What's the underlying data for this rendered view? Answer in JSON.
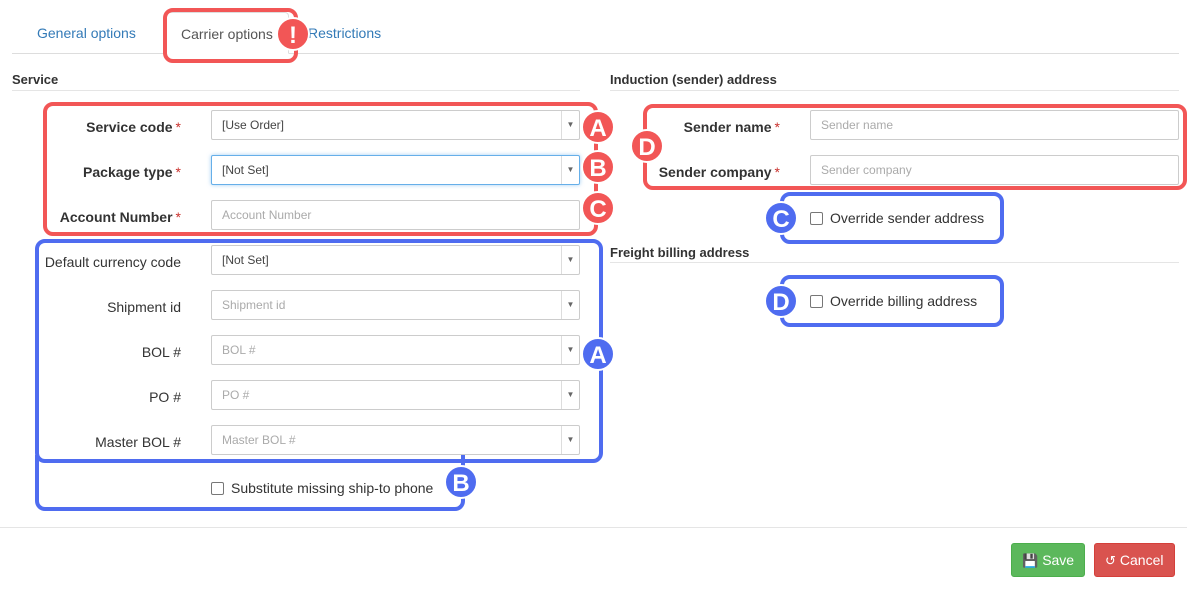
{
  "tabs": {
    "general": "General options",
    "carrier": "Carrier options",
    "restrictions": "Restrictions"
  },
  "service": {
    "title": "Service",
    "service_code": {
      "label": "Service code",
      "value": "[Use Order]"
    },
    "package_type": {
      "label": "Package type",
      "value": "[Not Set]"
    },
    "account_number": {
      "label": "Account Number",
      "placeholder": "Account Number"
    },
    "currency": {
      "label": "Default currency code",
      "value": "[Not Set]"
    },
    "shipment_id": {
      "label": "Shipment id",
      "placeholder": "Shipment id"
    },
    "bol": {
      "label": "BOL #",
      "placeholder": "BOL #"
    },
    "po": {
      "label": "PO #",
      "placeholder": "PO #"
    },
    "master_bol": {
      "label": "Master BOL #",
      "placeholder": "Master BOL #"
    },
    "substitute_phone": "Substitute missing ship-to phone"
  },
  "induction": {
    "title": "Induction (sender) address",
    "sender_name": {
      "label": "Sender name",
      "placeholder": "Sender name"
    },
    "sender_company": {
      "label": "Sender company",
      "placeholder": "Sender company"
    },
    "override_sender": "Override sender address"
  },
  "freight": {
    "title": "Freight billing address",
    "override_billing": "Override billing address"
  },
  "required_mark": "*",
  "annotations": {
    "tab_marker": "!",
    "red_a": "A",
    "red_b": "B",
    "red_c": "C",
    "red_d": "D",
    "blue_a": "A",
    "blue_b": "B",
    "blue_c": "C",
    "blue_d": "D"
  },
  "buttons": {
    "save": "Save",
    "cancel": "Cancel"
  },
  "icons": {
    "save": "floppy-disk-icon",
    "cancel": "undo-icon",
    "dropdown": "caret-down-icon"
  },
  "colors": {
    "annotation_red": "#f25656",
    "annotation_blue": "#4f6cf0",
    "save": "#5cb85c",
    "cancel": "#d9534f",
    "link": "#337ab7"
  }
}
